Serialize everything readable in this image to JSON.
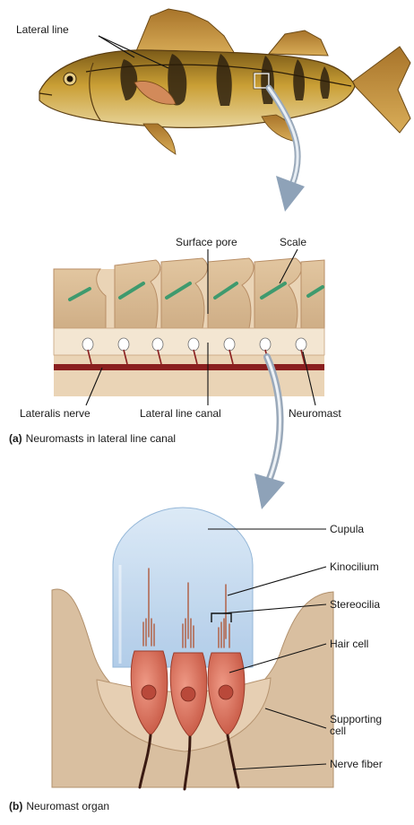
{
  "labels": {
    "lateral_line": "Lateral line",
    "surface_pore": "Surface pore",
    "scale": "Scale",
    "lateralis_nerve": "Lateralis nerve",
    "lateral_line_canal": "Lateral line canal",
    "neuromast": "Neuromast",
    "cupula": "Cupula",
    "kinocilium": "Kinocilium",
    "stereocilia": "Stereocilia",
    "hair_cell": "Hair cell",
    "supporting_cell": "Supporting\ncell",
    "nerve_fiber": "Nerve fiber"
  },
  "captions": {
    "a_letter": "(a)",
    "a_text": "Neuromasts in lateral line canal",
    "b_letter": "(b)",
    "b_text": "Neuromast organ"
  },
  "colors": {
    "fish_body": "#c79a2f",
    "fish_bars": "#3b2a12",
    "tissue": "#e9cfae",
    "scale_stripe": "#3f9a6e",
    "nerve": "#8a1f1f",
    "cupula": "#b9d3ea",
    "hair_cell": "#d9705f",
    "arrow": "#9fb1c4"
  }
}
